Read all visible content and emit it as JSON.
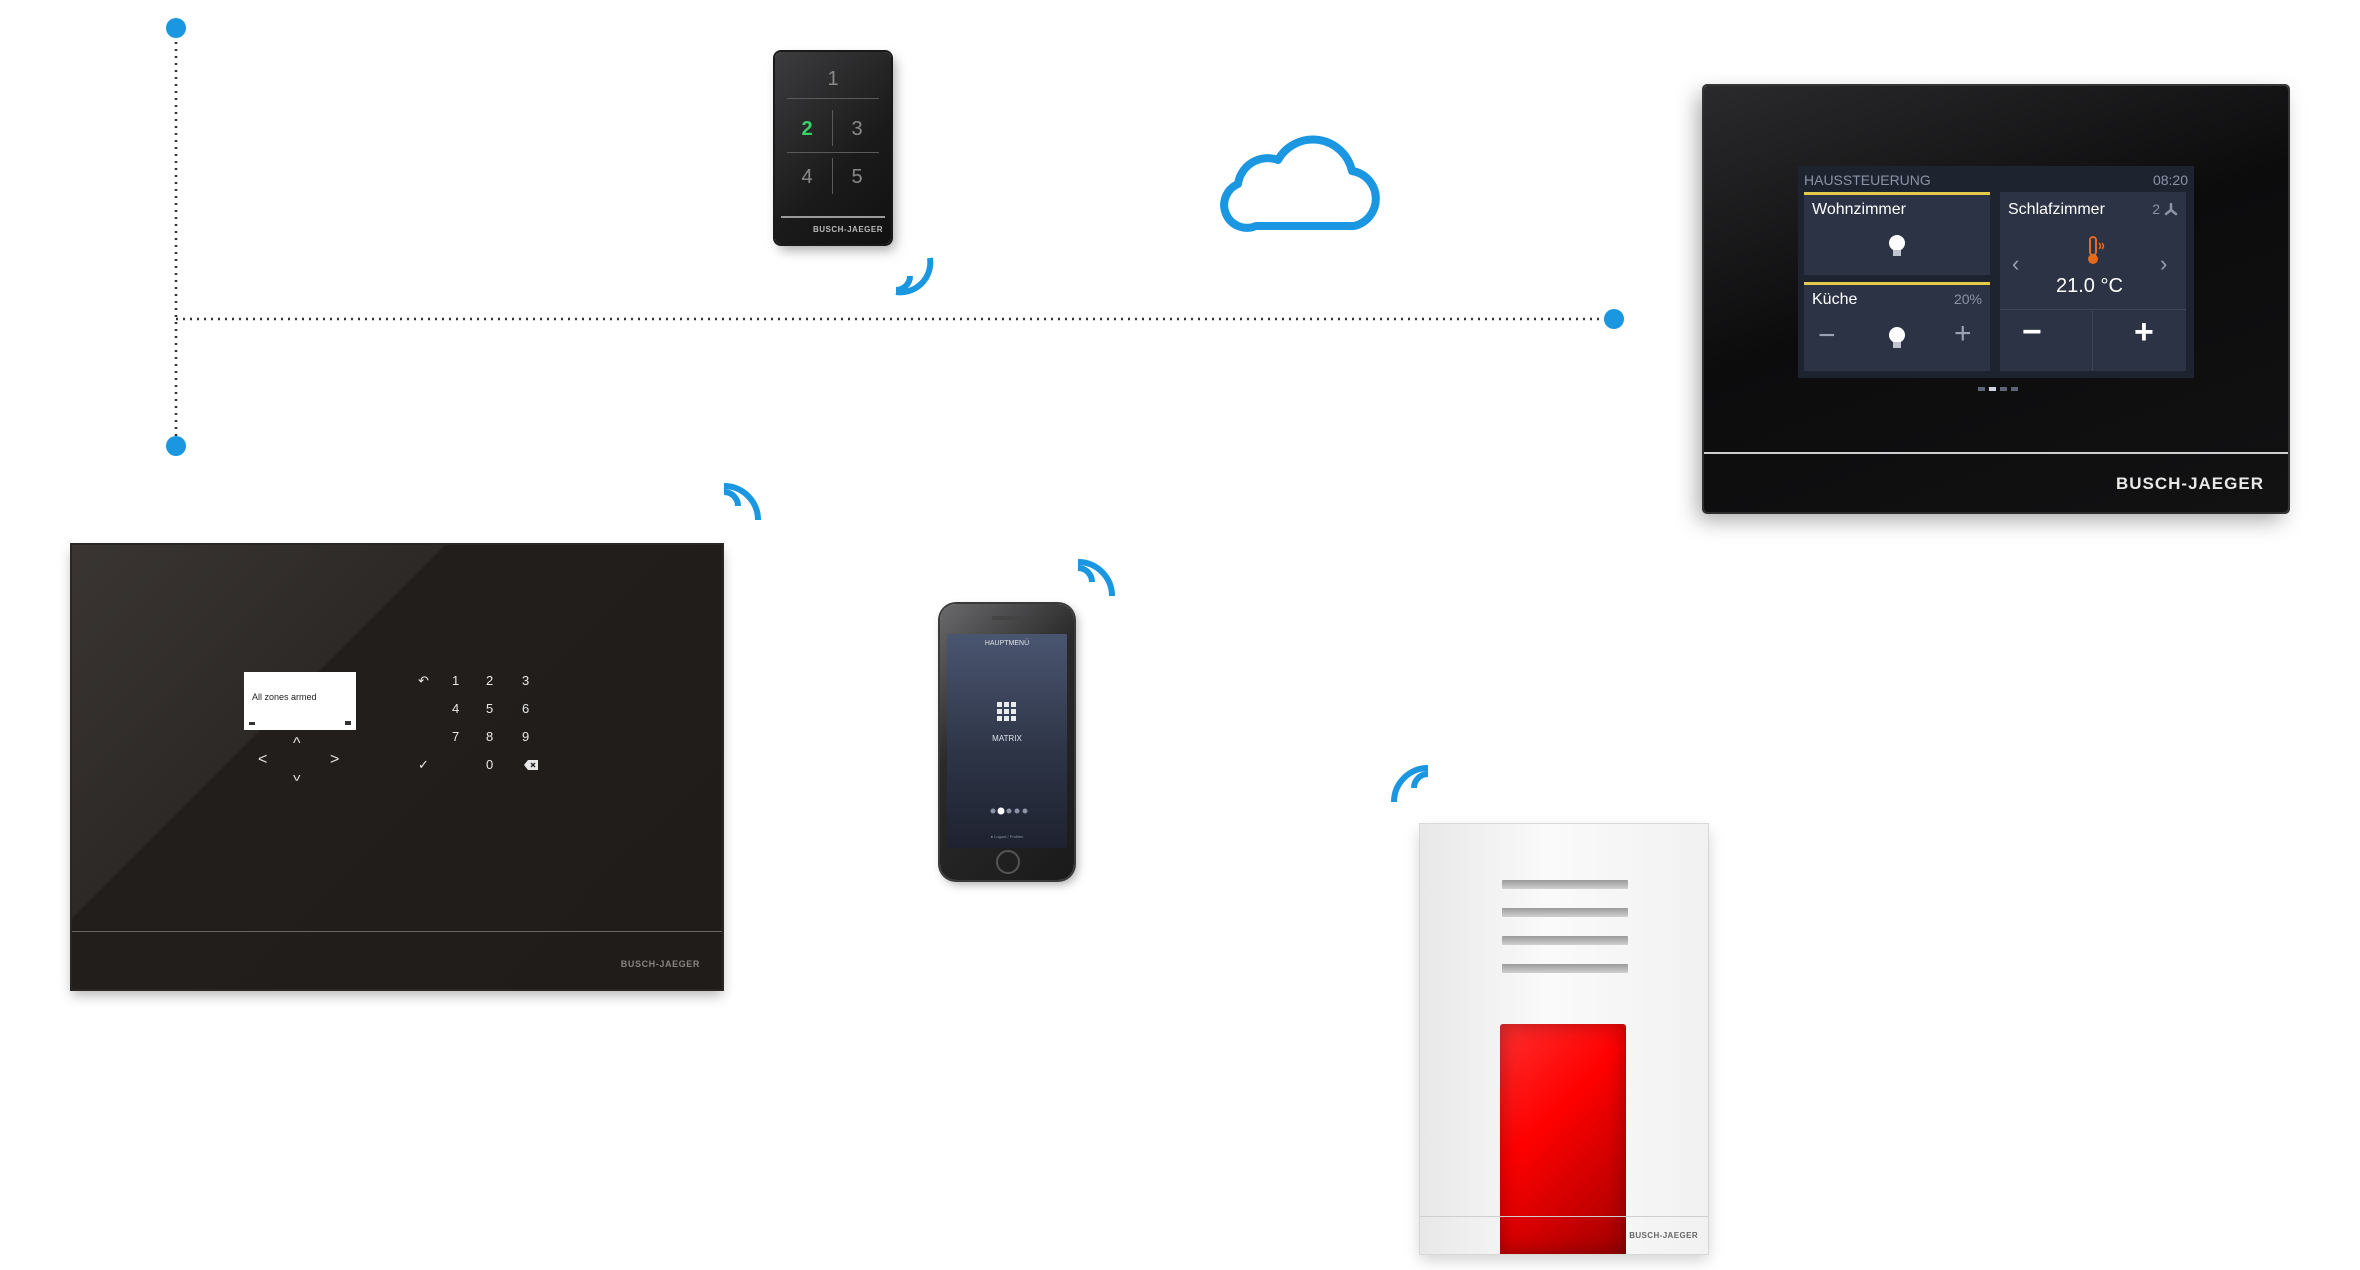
{
  "colors": {
    "accent": "#1a97e0",
    "green_key": "#36d26a",
    "siren_red": "#ff1a1a",
    "tile_accent": "#e5c94a"
  },
  "icons": [
    "cloud-icon",
    "wifi-icon",
    "bulb-icon",
    "thermometer-icon",
    "fan-icon",
    "grid-icon",
    "user-icon",
    "backspace-icon",
    "check-icon",
    "back-arrow-icon"
  ],
  "keypad_fob": {
    "keys": [
      "1",
      "2",
      "3",
      "4",
      "5"
    ],
    "brand": "BUSCH-JAEGER"
  },
  "touch_panel": {
    "title": "HAUSSTEUERUNG",
    "time": "08:20",
    "tiles": {
      "wohnzimmer": {
        "label": "Wohnzimmer"
      },
      "schlafzimmer": {
        "label": "Schlafzimmer",
        "value": "2",
        "temperature": "21.0 °C"
      },
      "kueche": {
        "label": "Küche",
        "value": "20%"
      }
    },
    "brand": "BUSCH-JAEGER"
  },
  "alarm_panel": {
    "display_text": "All zones armed",
    "keys": {
      "k1": "1",
      "k2": "2",
      "k3": "3",
      "k4": "4",
      "k5": "5",
      "k6": "6",
      "k7": "7",
      "k8": "8",
      "k9": "9",
      "k0": "0"
    },
    "brand": "BUSCH-JAEGER"
  },
  "phone": {
    "header": "HAUPTMENÜ",
    "item": "MATRIX",
    "footer": "Logout / Profilen"
  },
  "siren": {
    "brand": "BUSCH-JAEGER"
  }
}
